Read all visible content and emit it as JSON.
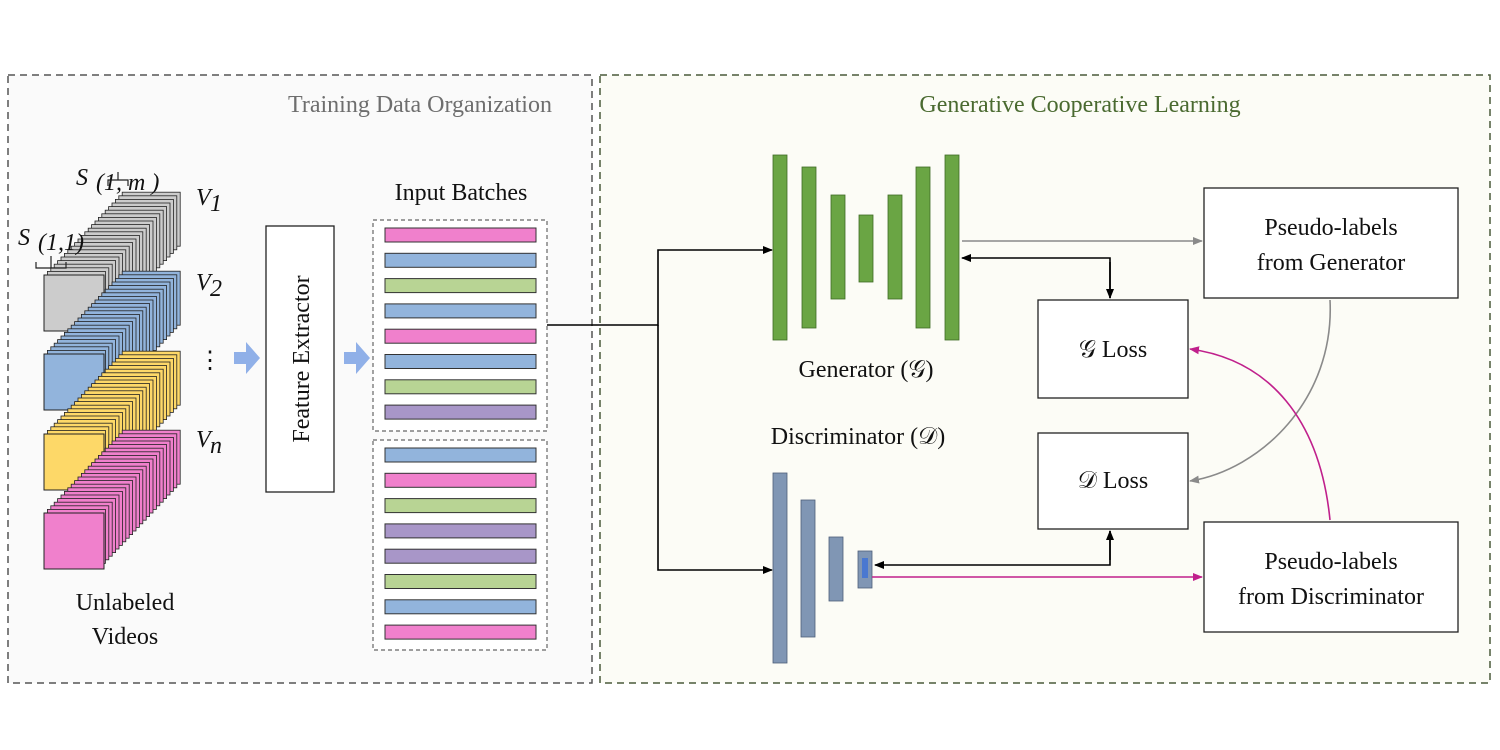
{
  "panels": {
    "left_title": "Training Data Organization",
    "right_title": "Generative Cooperative Learning"
  },
  "videos": {
    "segment_first": "S",
    "segment_first_sub": "(1,1)",
    "segment_last": "S",
    "segment_last_sub": "(1, m )",
    "v1": "V",
    "v1_sub": "1",
    "v2": "V",
    "v2_sub": "2",
    "vdots": "⋮",
    "vn": "V",
    "vn_sub": "n",
    "caption_line1": "Unlabeled",
    "caption_line2": "Videos"
  },
  "feature_extractor": {
    "label": "Feature Extractor"
  },
  "input_batches": {
    "title": "Input Batches"
  },
  "generator": {
    "label": "Generator (𝒢)"
  },
  "discriminator": {
    "label": "Discriminator (𝒟)"
  },
  "losses": {
    "g_loss": "𝒢 Loss",
    "d_loss": "𝒟 Loss"
  },
  "pseudo_gen": {
    "line1": "Pseudo-labels",
    "line2": "from Generator"
  },
  "pseudo_disc": {
    "line1": "Pseudo-labels",
    "line2": "from Discriminator"
  },
  "colors": {
    "pink": "#f080cc",
    "blue": "#92b4dc",
    "green": "#b8d494",
    "purple": "#a896c8",
    "gray_frame": "#cccccc",
    "yellow_frame": "#fdd868",
    "generator_green": "#6aa544",
    "discriminator_blue": "#8096b4",
    "arrow_gray": "#8a8a8a",
    "arrow_magenta": "#c0208c",
    "feature_arrow": "#90b0e8"
  },
  "batches": [
    [
      "pink",
      "blue",
      "green",
      "blue",
      "pink",
      "blue",
      "green",
      "purple"
    ],
    [
      "blue",
      "pink",
      "green",
      "purple",
      "purple",
      "green",
      "blue",
      "pink"
    ]
  ]
}
